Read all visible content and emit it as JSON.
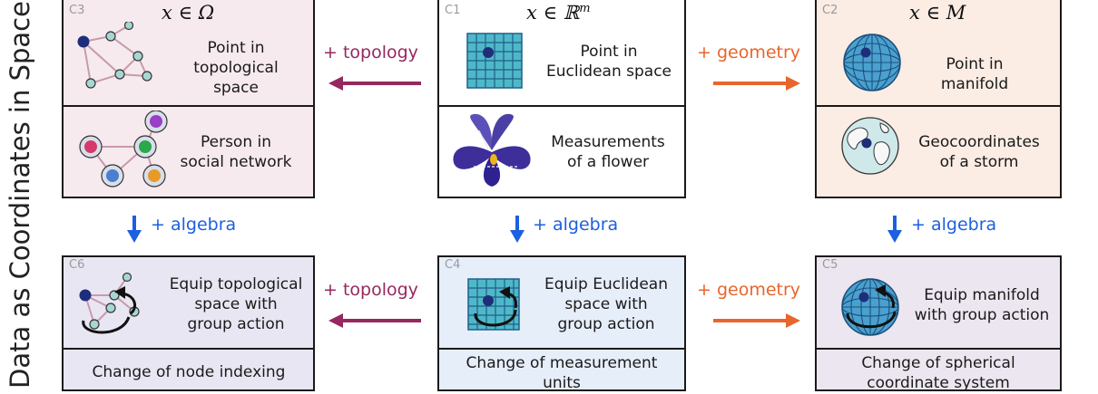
{
  "side_title": "Data as Coordinates in Space",
  "panels": {
    "c1": {
      "tag": "C1",
      "math": "x ∈ ℝ",
      "math_sup": "m",
      "label_top": "Point in\nEuclidean space",
      "label_bottom": "Measurements\nof a flower"
    },
    "c2": {
      "tag": "C2",
      "math": "x ∈ M",
      "label_top": "Point in manifold",
      "label_bottom": "Geocoordinates\nof a storm"
    },
    "c3": {
      "tag": "C3",
      "math": "x ∈ Ω",
      "label_top": "Point in\ntopological space",
      "label_bottom": "Person in\nsocial network"
    },
    "c4": {
      "tag": "C4",
      "label_top": "Equip Euclidean\nspace with\ngroup action",
      "label_bottom": "Change of measurement\nunits"
    },
    "c5": {
      "tag": "C5",
      "label_top": "Equip manifold\nwith group action",
      "label_bottom": "Change of spherical\ncoordinate system"
    },
    "c6": {
      "tag": "C6",
      "label_top": "Equip topological\nspace with\ngroup action",
      "label_bottom": "Change of node indexing"
    }
  },
  "arrows": {
    "topology_top": "+ topology",
    "geometry_top": "+ geometry",
    "topology_bottom": "+ topology",
    "geometry_bottom": "+ geometry",
    "algebra_left": "+ algebra",
    "algebra_mid": "+ algebra",
    "algebra_right": "+ algebra"
  },
  "colors": {
    "topology": "#96285f",
    "geometry": "#e8662b",
    "algebra": "#1c5fe0",
    "c3_bg": "#f6eaee",
    "c2_bg": "#fbece4",
    "c6_bg": "#e9e6f3",
    "c4_bg": "#e6eefa",
    "c5_bg": "#ece6f1"
  }
}
